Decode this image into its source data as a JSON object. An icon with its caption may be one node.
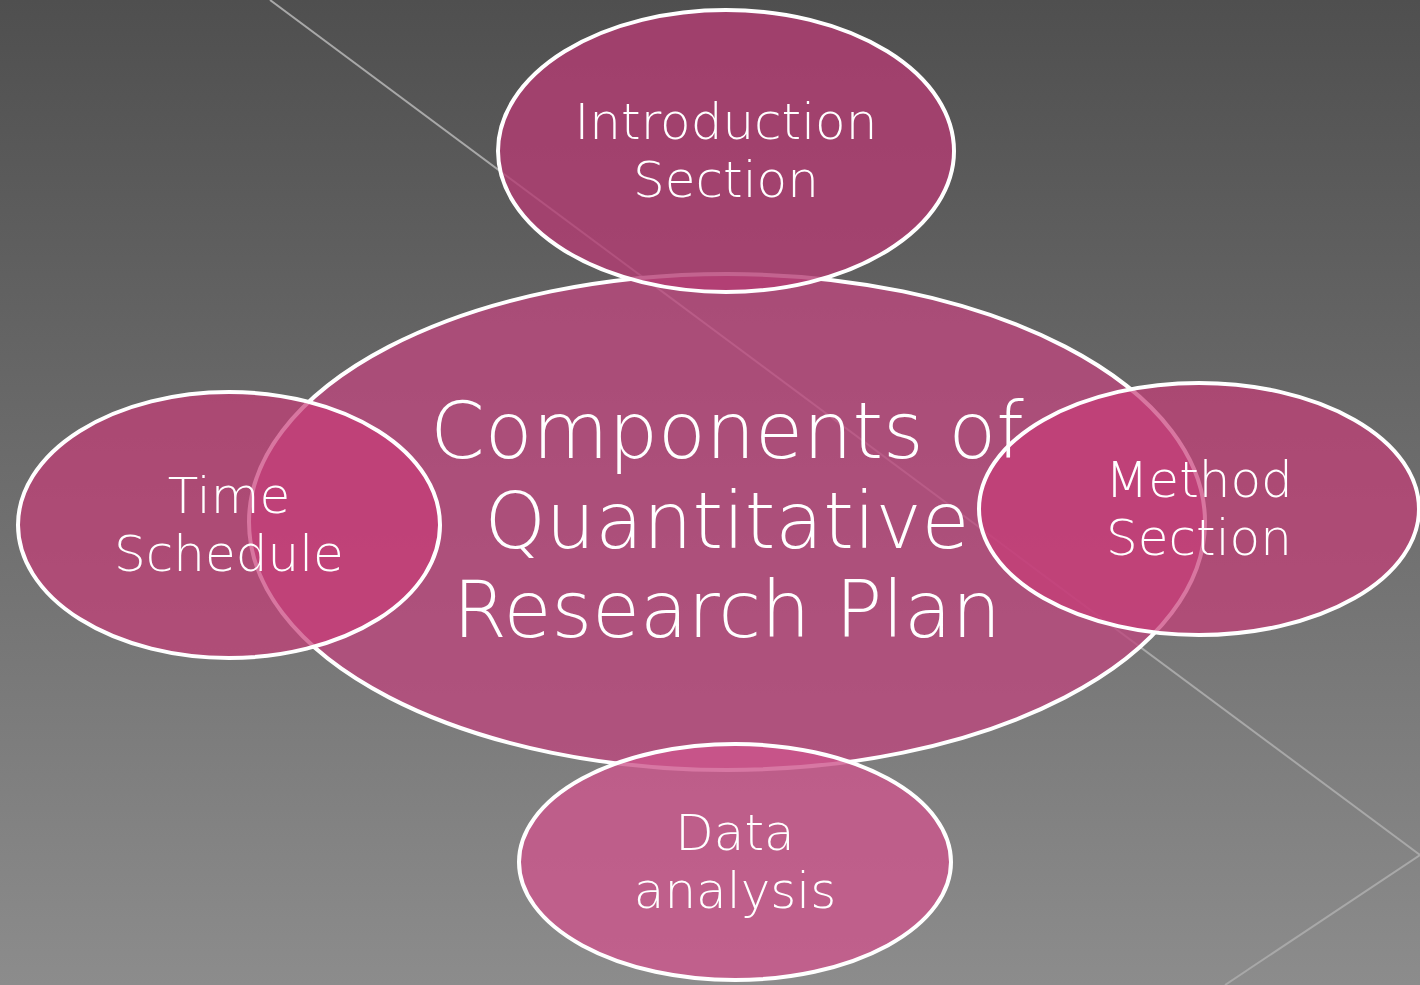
{
  "diagram": {
    "nodes": [
      {
        "text": [
          "Components of Quantitative Research Plan"
        ]
      },
      {
        "text": [
          "Introduction Section"
        ]
      },
      {
        "text": [
          "Time Schedule"
        ]
      },
      {
        "text": [
          "Method Section"
        ]
      },
      {
        "text": [
          "Data analysis"
        ]
      }
    ]
  }
}
